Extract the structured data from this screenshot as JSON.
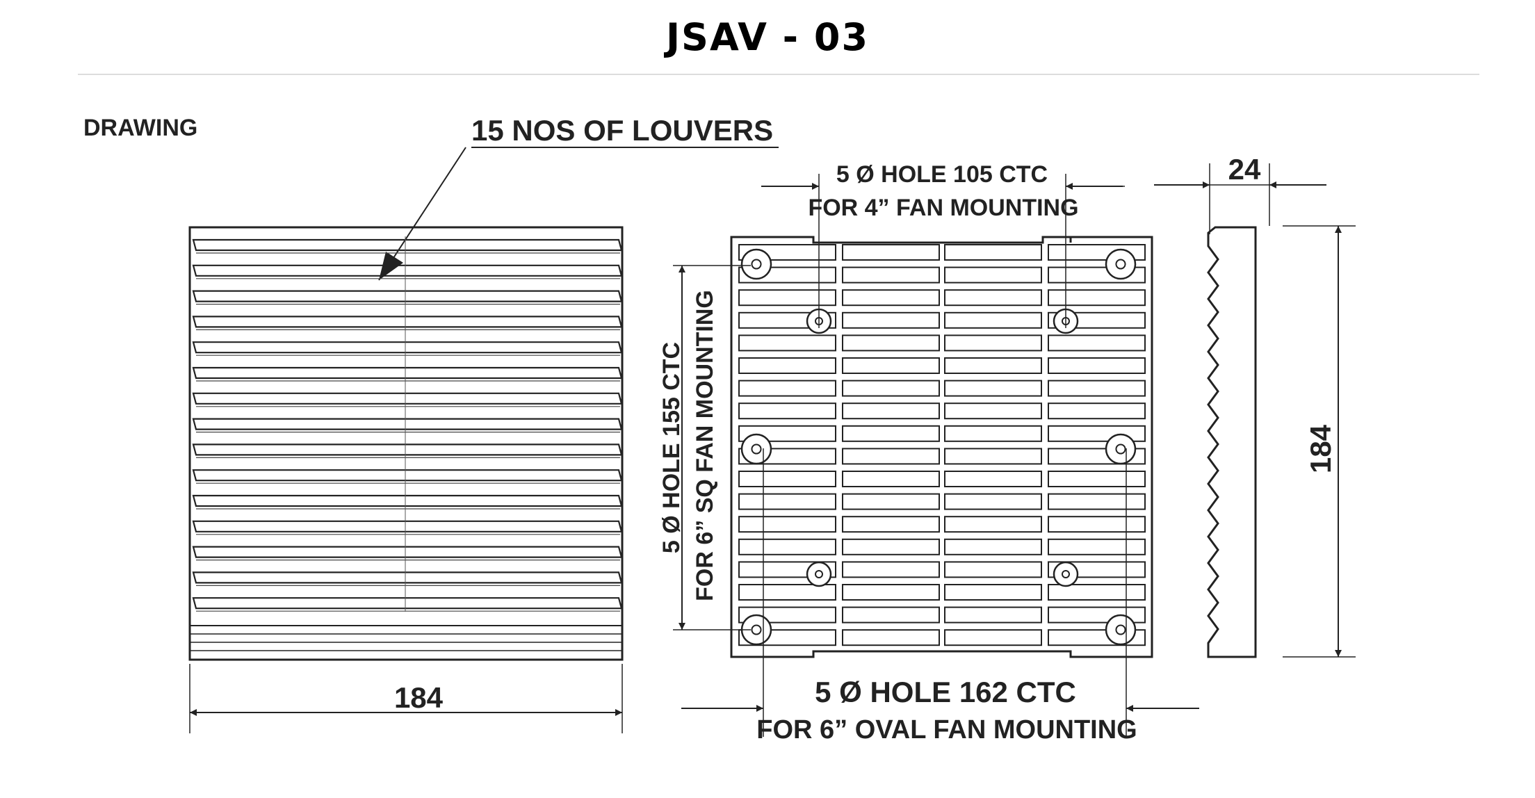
{
  "page_title": "JSAV - 03",
  "section_label": "DRAWING",
  "louvers_callout": "15 NOS OF LOUVERS",
  "front_view": {
    "width_dim": "184"
  },
  "rear_view": {
    "top_hole_line1": "5 Ø HOLE 105 CTC",
    "top_hole_line2": "FOR 4”  FAN MOUNTING",
    "side_hole_line1": "5 Ø HOLE 155 CTC",
    "side_hole_line2": "FOR 6”  SQ FAN MOUNTING",
    "bottom_hole_line1": "5 Ø HOLE 162 CTC",
    "bottom_hole_line2": "FOR 6” OVAL FAN MOUNTING"
  },
  "side_view": {
    "depth_dim": "24",
    "height_dim": "184"
  },
  "colors": {
    "line": "#222222",
    "rule": "#dcdcdc"
  }
}
